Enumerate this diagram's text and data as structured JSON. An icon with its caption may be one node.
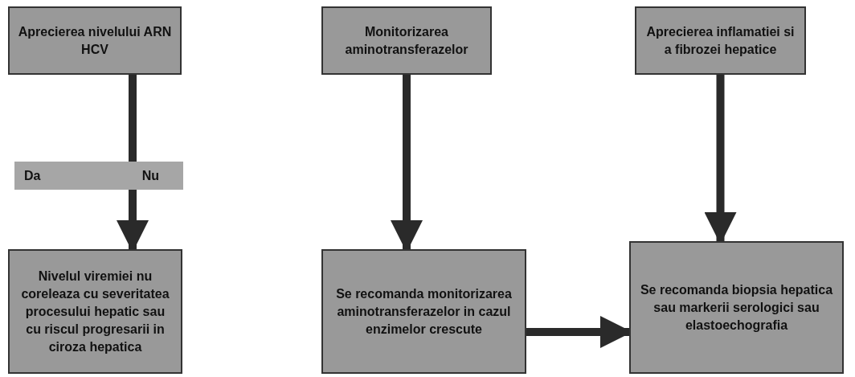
{
  "diagram": {
    "nodes": [
      {
        "text": [
          "Aprecierea nivelului ARN HCV"
        ]
      },
      {
        "text": [
          "Monitorizarea aminotransferazelor"
        ]
      },
      {
        "text": [
          "Aprecierea inflamatiei si a fibrozei hepatice"
        ]
      },
      {
        "text": [
          "Da",
          "Nu"
        ]
      },
      {
        "text": [
          "Nivelul viremiei nu coreleaza cu severitatea procesului hepatic sau cu riscul progresarii in ciroza hepatica"
        ]
      },
      {
        "text": [
          "Se recomanda monitorizarea aminotransferazelor in cazul enzimelor crescute"
        ]
      },
      {
        "text": [
          "Se recomanda biopsia hepatica sau markerii serologici sau elastoechografia"
        ]
      }
    ],
    "edges": [
      {
        "from": 0,
        "to": 3,
        "arrow": "none"
      },
      {
        "from": 3,
        "to": 4,
        "arrow": "to"
      },
      {
        "from": 1,
        "to": 5,
        "arrow": "to"
      },
      {
        "from": 2,
        "to": 6,
        "arrow": "to"
      },
      {
        "from": 5,
        "to": 6,
        "arrow": "to"
      }
    ]
  }
}
